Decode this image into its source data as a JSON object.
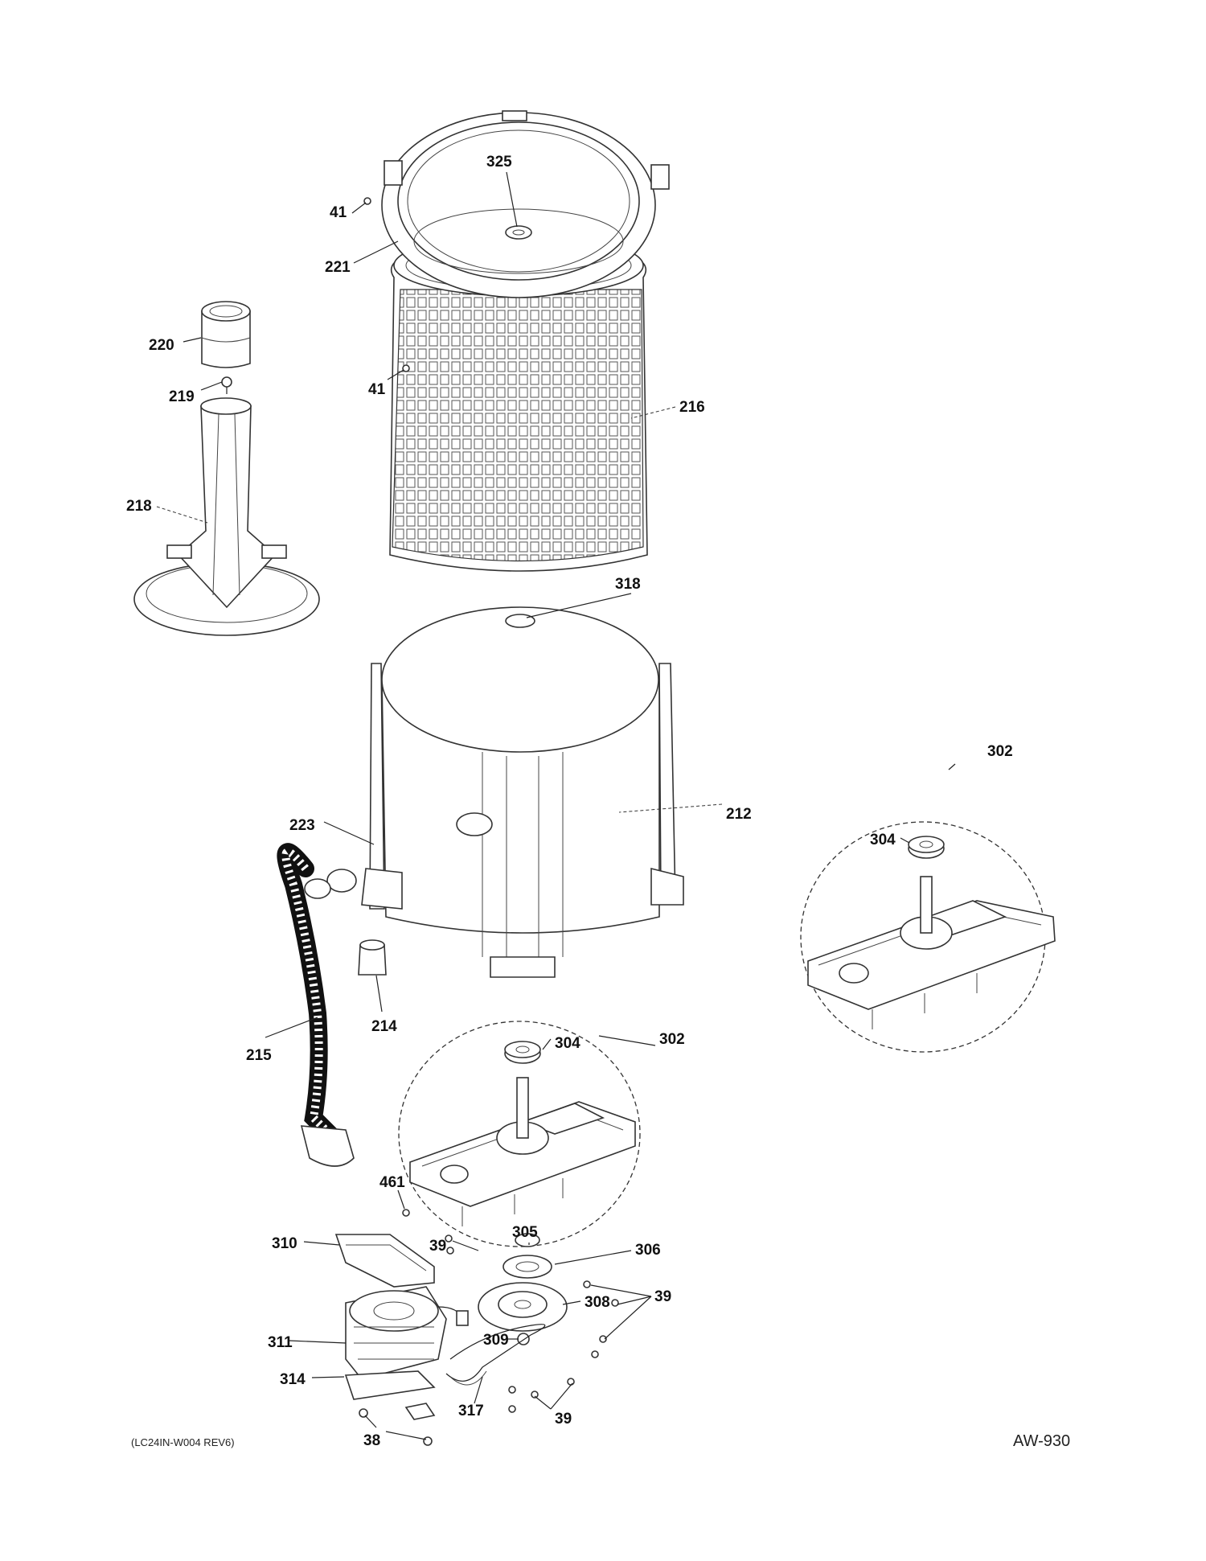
{
  "footer": {
    "left_code": "(LC24IN-W004  REV6)",
    "right_code": "AW-930"
  },
  "callouts": {
    "c41a": "41",
    "c325": "325",
    "c221": "221",
    "c220": "220",
    "c219": "219",
    "c41b": "41",
    "c216": "216",
    "c218": "218",
    "c318": "318",
    "c302a": "302",
    "c212": "212",
    "c223": "223",
    "c304a": "304",
    "c214": "214",
    "c215": "215",
    "c304b": "304",
    "c302b": "302",
    "c461": "461",
    "c310": "310",
    "c39a": "39",
    "c305": "305",
    "c306": "306",
    "c308": "308",
    "c39b": "39",
    "c311": "311",
    "c309": "309",
    "c314": "314",
    "c317": "317",
    "c39c": "39",
    "c38": "38"
  }
}
